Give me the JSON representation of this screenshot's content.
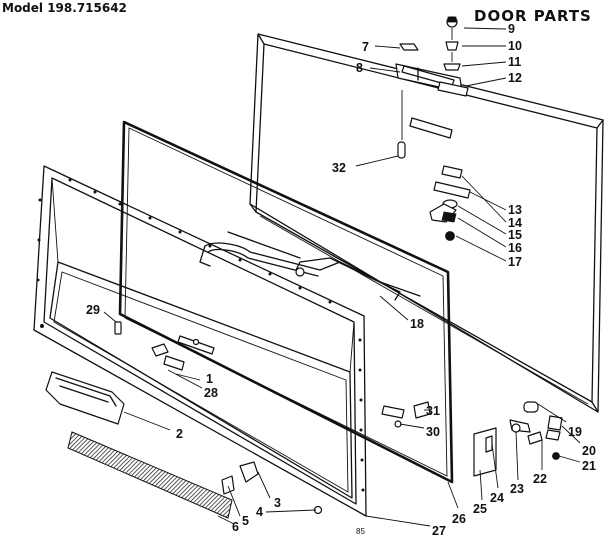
{
  "header": {
    "model_label": "Model 198.715642",
    "title": "DOOR PARTS"
  },
  "footer_code": "85",
  "callouts": [
    {
      "id": "1",
      "label": "1"
    },
    {
      "id": "2",
      "label": "2"
    },
    {
      "id": "3",
      "label": "3"
    },
    {
      "id": "4",
      "label": "4"
    },
    {
      "id": "5",
      "label": "5"
    },
    {
      "id": "6",
      "label": "6"
    },
    {
      "id": "7",
      "label": "7"
    },
    {
      "id": "8",
      "label": "8"
    },
    {
      "id": "9",
      "label": "9"
    },
    {
      "id": "10",
      "label": "10"
    },
    {
      "id": "11",
      "label": "11"
    },
    {
      "id": "12",
      "label": "12"
    },
    {
      "id": "13",
      "label": "13"
    },
    {
      "id": "14",
      "label": "14"
    },
    {
      "id": "15",
      "label": "15"
    },
    {
      "id": "16",
      "label": "16"
    },
    {
      "id": "17",
      "label": "17"
    },
    {
      "id": "18",
      "label": "18"
    },
    {
      "id": "19",
      "label": "19"
    },
    {
      "id": "20",
      "label": "20"
    },
    {
      "id": "21",
      "label": "21"
    },
    {
      "id": "22",
      "label": "22"
    },
    {
      "id": "23",
      "label": "23"
    },
    {
      "id": "24",
      "label": "24"
    },
    {
      "id": "25",
      "label": "25"
    },
    {
      "id": "26",
      "label": "26"
    },
    {
      "id": "27",
      "label": "27"
    },
    {
      "id": "28",
      "label": "28"
    },
    {
      "id": "29",
      "label": "29"
    },
    {
      "id": "30",
      "label": "30"
    },
    {
      "id": "31",
      "label": "31"
    },
    {
      "id": "32",
      "label": "32"
    }
  ]
}
